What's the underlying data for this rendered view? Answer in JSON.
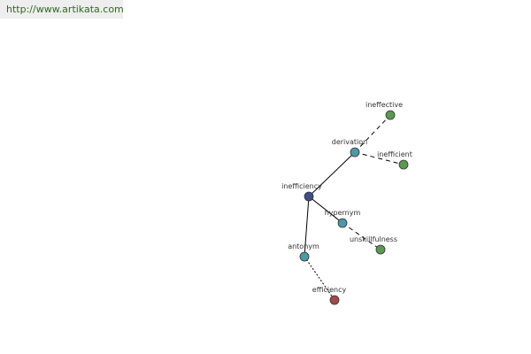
{
  "header": {
    "link_text": "http://www.artikata.com"
  },
  "colors": {
    "root": "#3c4e8c",
    "relation": "#4a9aa8",
    "related_word": "#5a9a4e",
    "antonym_word": "#a24a4a",
    "edge": "#000000"
  },
  "graph": {
    "nodes": [
      {
        "id": "inefficiency",
        "label": "inefficiency",
        "kind": "root"
      },
      {
        "id": "derivation",
        "label": "derivation",
        "kind": "relation"
      },
      {
        "id": "hypernym",
        "label": "hypernym",
        "kind": "relation"
      },
      {
        "id": "antonym",
        "label": "antonym",
        "kind": "relation"
      },
      {
        "id": "ineffective",
        "label": "ineffective",
        "kind": "related_word"
      },
      {
        "id": "inefficient",
        "label": "inefficient",
        "kind": "related_word"
      },
      {
        "id": "unskillfulness",
        "label": "unskillfulness",
        "kind": "related_word"
      },
      {
        "id": "efficiency",
        "label": "efficiency",
        "kind": "antonym_word"
      }
    ],
    "edges": [
      {
        "from": "inefficiency",
        "to": "derivation",
        "style": "solid"
      },
      {
        "from": "inefficiency",
        "to": "hypernym",
        "style": "solid"
      },
      {
        "from": "inefficiency",
        "to": "antonym",
        "style": "solid"
      },
      {
        "from": "derivation",
        "to": "ineffective",
        "style": "dashed"
      },
      {
        "from": "derivation",
        "to": "inefficient",
        "style": "dashed"
      },
      {
        "from": "hypernym",
        "to": "unskillfulness",
        "style": "dashed"
      },
      {
        "from": "antonym",
        "to": "efficiency",
        "style": "dotted"
      }
    ]
  }
}
